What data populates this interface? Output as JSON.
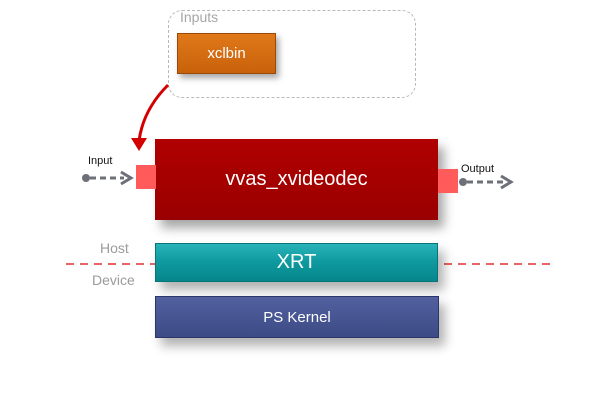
{
  "inputs": {
    "title": "Inputs",
    "xclbin_label": "xclbin"
  },
  "plugin": {
    "name": "vvas_xvideodec",
    "input_label": "Input",
    "output_label": "Output"
  },
  "layers": {
    "host_label": "Host",
    "device_label": "Device",
    "xrt_label": "XRT",
    "ps_kernel_label": "PS Kernel"
  },
  "colors": {
    "xclbin": "#d46c10",
    "decoder": "#a50000",
    "port": "#ff5b5b",
    "xrt": "#0f9ba0",
    "ps_kernel": "#46538f",
    "divider": "#e03030",
    "arrow_red": "#d40000",
    "io_arrow": "#6e7079"
  }
}
